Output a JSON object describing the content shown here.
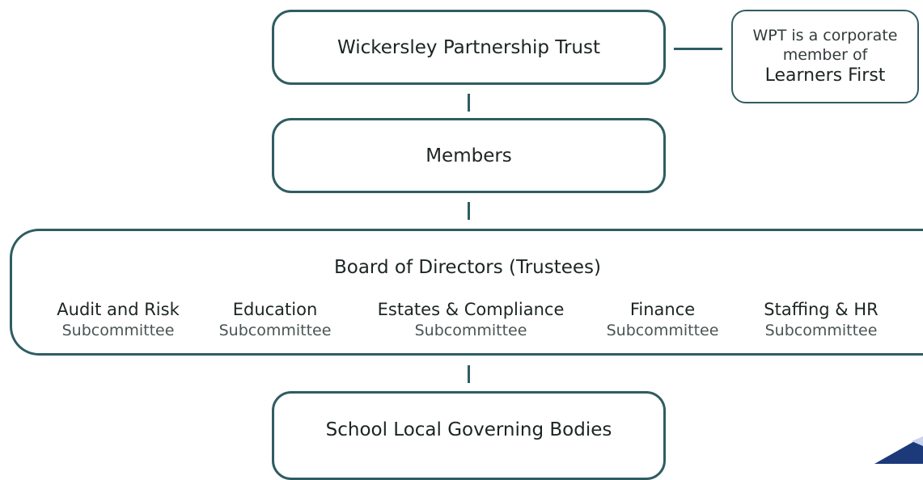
{
  "nodes": {
    "trust": "Wickersley Partnership Trust",
    "members": "Members",
    "board": "Board of Directors (Trustees)",
    "governing": "School Local Governing Bodies"
  },
  "note": {
    "line1": "WPT is a corporate",
    "line2": "member of",
    "line3": "Learners First"
  },
  "subcommittees": [
    {
      "name": "Audit and Risk",
      "type": "Subcommittee"
    },
    {
      "name": "Education",
      "type": "Subcommittee"
    },
    {
      "name": "Estates & Compliance",
      "type": "Subcommittee"
    },
    {
      "name": "Finance",
      "type": "Subcommittee"
    },
    {
      "name": "Staffing & HR",
      "type": "Subcommittee"
    }
  ],
  "colors": {
    "border": "#2f5d62",
    "corner_navy": "#1c3a7a",
    "corner_light": "#c9d3ec"
  }
}
